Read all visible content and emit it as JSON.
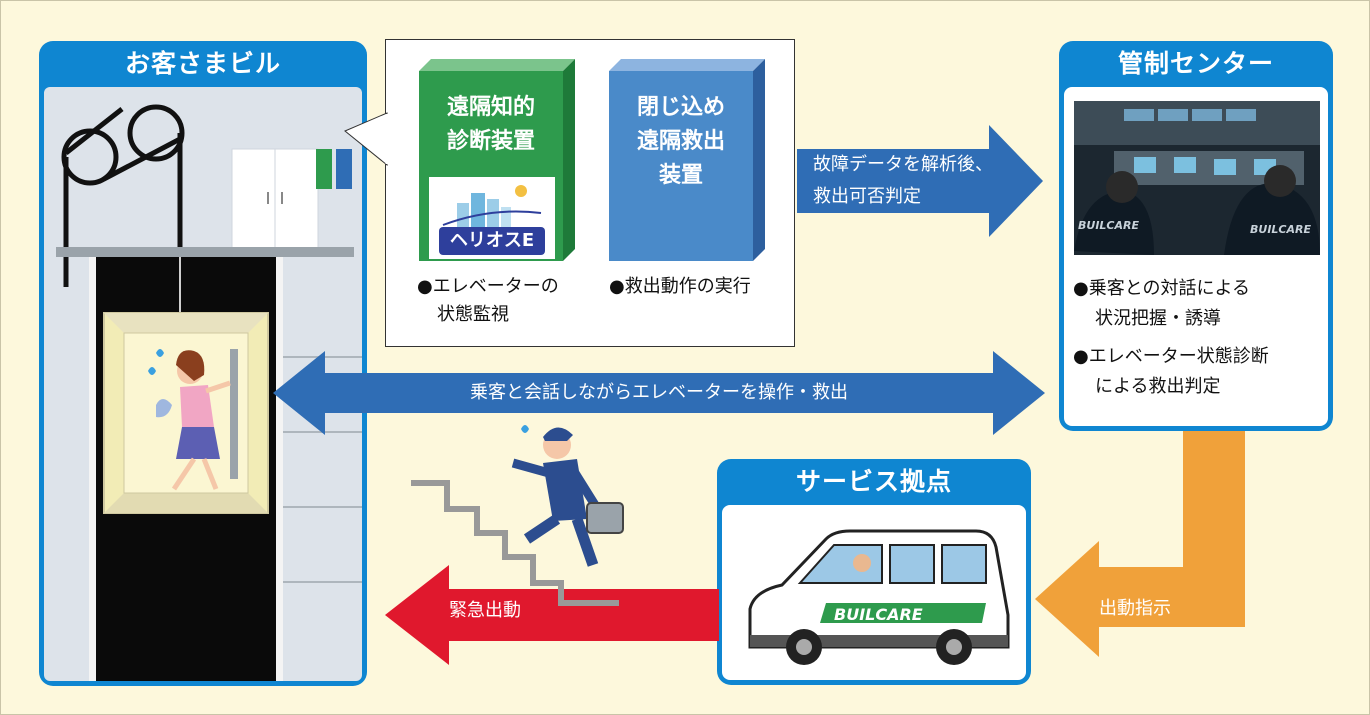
{
  "building": {
    "title": "お客さまビル"
  },
  "devices": {
    "remote": {
      "title_lines": [
        "遠隔知的",
        "診断装置"
      ],
      "logo_text": "ヘリオスE",
      "note_lines": [
        "●エレベーターの",
        "状態監視"
      ]
    },
    "rescue": {
      "title_lines": [
        "閉じ込め",
        "遠隔救出",
        "装置"
      ],
      "note_lines": [
        "●救出動作の実行"
      ]
    }
  },
  "control_center": {
    "title": "管制センター",
    "photo_brand": "BUILCARE",
    "notes": [
      "●乗客との対話による",
      "状況把握・誘導",
      "●エレベーター状態診断",
      "による救出判定"
    ]
  },
  "service_base": {
    "title": "サービス拠点",
    "van_brand": "BUILCARE"
  },
  "arrows": {
    "analysis": [
      "故障データを解析後、",
      "救出可否判定"
    ],
    "operate": "乗客と会話しながらエレベーターを操作・救出",
    "dispatch_order": "出動指示",
    "emergency": "緊急出動"
  },
  "colors": {
    "panel_blue": "#0f86d1",
    "arrow_blue": "#2f6db5",
    "green": "#2e9b4d",
    "orange": "#f0a13a",
    "red": "#e0182d",
    "background": "#fdf8dc"
  }
}
